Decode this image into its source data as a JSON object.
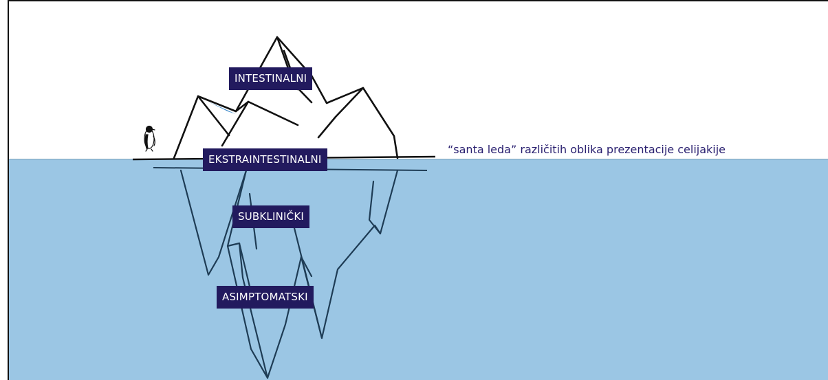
{
  "diagram": {
    "layers": [
      {
        "id": "intestinalni",
        "label": "INTESTINALNI"
      },
      {
        "id": "ekstraintestinalni",
        "label": "EKSTRAINTESTINALNI"
      },
      {
        "id": "subklinicki",
        "label": "SUBKLINIČKI"
      },
      {
        "id": "asimptomatski",
        "label": "ASIMPTOMATSKI"
      }
    ],
    "caption": "“santa leda” različitih oblika prezentacije celijakije"
  },
  "colors": {
    "water": "#9bc6e4",
    "label_bg": "#221a5e",
    "caption_text": "#2a2070",
    "ice_outline": "#111111",
    "underwater_outline": "#1e3c55"
  },
  "icons": [
    "penguin-icon"
  ]
}
